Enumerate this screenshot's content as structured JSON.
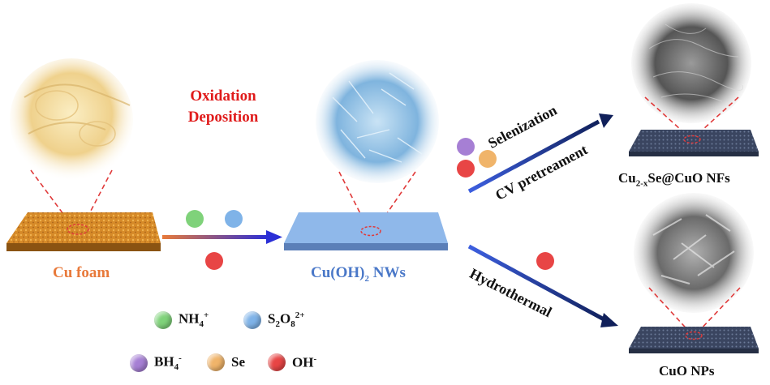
{
  "labels": {
    "cu_foam": "Cu foam",
    "oxidation": "Oxidation",
    "deposition": "Deposition",
    "cuoh2_base": "Cu(OH)",
    "cuoh2_sub": "2",
    "cuoh2_tail": " NWs",
    "selenization": "Selenization",
    "cv_pretreament": "CV pretreament",
    "hydrothermal": "Hydrothermal",
    "cu2xse_base": "Cu",
    "cu2xse_sub": "2-x",
    "cu2xse_tail": "Se@CuO NFs",
    "cuo_nps": "CuO NPs"
  },
  "legend": {
    "nh4": {
      "text": "NH",
      "sub": "4",
      "sup": "+",
      "color": "#7fd27a"
    },
    "s2o8": {
      "text": "S",
      "sub1": "2",
      "mid": "O",
      "sub2": "8",
      "sup": "2+",
      "color": "#7fb3e8"
    },
    "bh4": {
      "text": "BH",
      "sub": "4",
      "sup": "-",
      "color": "#a67fd4"
    },
    "se": {
      "text": "Se",
      "color": "#f0b46a"
    },
    "oh": {
      "text": "OH",
      "sup": "-",
      "color": "#e84545"
    }
  },
  "colors": {
    "foam": "#d9902c",
    "nw_plate": "#8fb8ea",
    "product_plate": "#3b4a66",
    "zoom_line": "#e03a3a",
    "arrow": "#1e2a8a",
    "arrow_start": "#e87a3a"
  }
}
